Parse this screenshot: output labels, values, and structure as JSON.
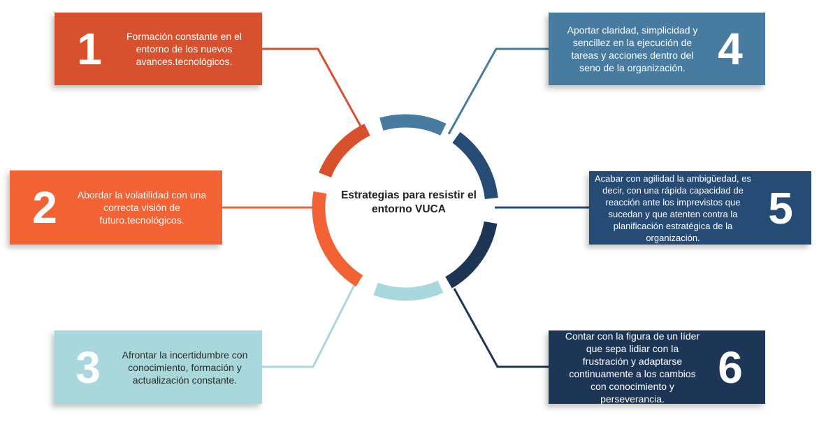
{
  "center": {
    "title": "Estrategias para resistir el entorno VUCA"
  },
  "colors": {
    "red": "#D7512F",
    "orange": "#F26234",
    "light_blue": "#A8D8DC",
    "steel_blue": "#477BA0",
    "navy": "#264B74",
    "dark_navy": "#1E3656"
  },
  "cards": [
    {
      "number": "1",
      "text": "Formación constante en el entorno de los nuevos avances.tecnológicos.",
      "color": "#D7512F"
    },
    {
      "number": "2",
      "text": "Abordar la volatilidad con una correcta visión de futuro.tecnológicos.",
      "color": "#F26234"
    },
    {
      "number": "3",
      "text": "Afrontar la incertidumbre con conocimiento, formación y actualización constante.",
      "color": "#A8D8DC"
    },
    {
      "number": "4",
      "text": "Aportar claridad, simplicidad y sencillez en la ejecución de tareas y acciones dentro del seno de la organización.",
      "color": "#477BA0"
    },
    {
      "number": "5",
      "text": "Acabar con agilidad la ambigüedad, es decir, con una rápida capacidad de reacción ante los imprevistos que sucedan y que atenten contra la planificación estratégica de la organización.",
      "color": "#264B74"
    },
    {
      "number": "6",
      "text": "Contar con la figura de un líder que sepa lidiar con la frustración y adaptarse continuamente a los cambios con conocimiento y perseverancia.",
      "color": "#1E3656"
    }
  ]
}
